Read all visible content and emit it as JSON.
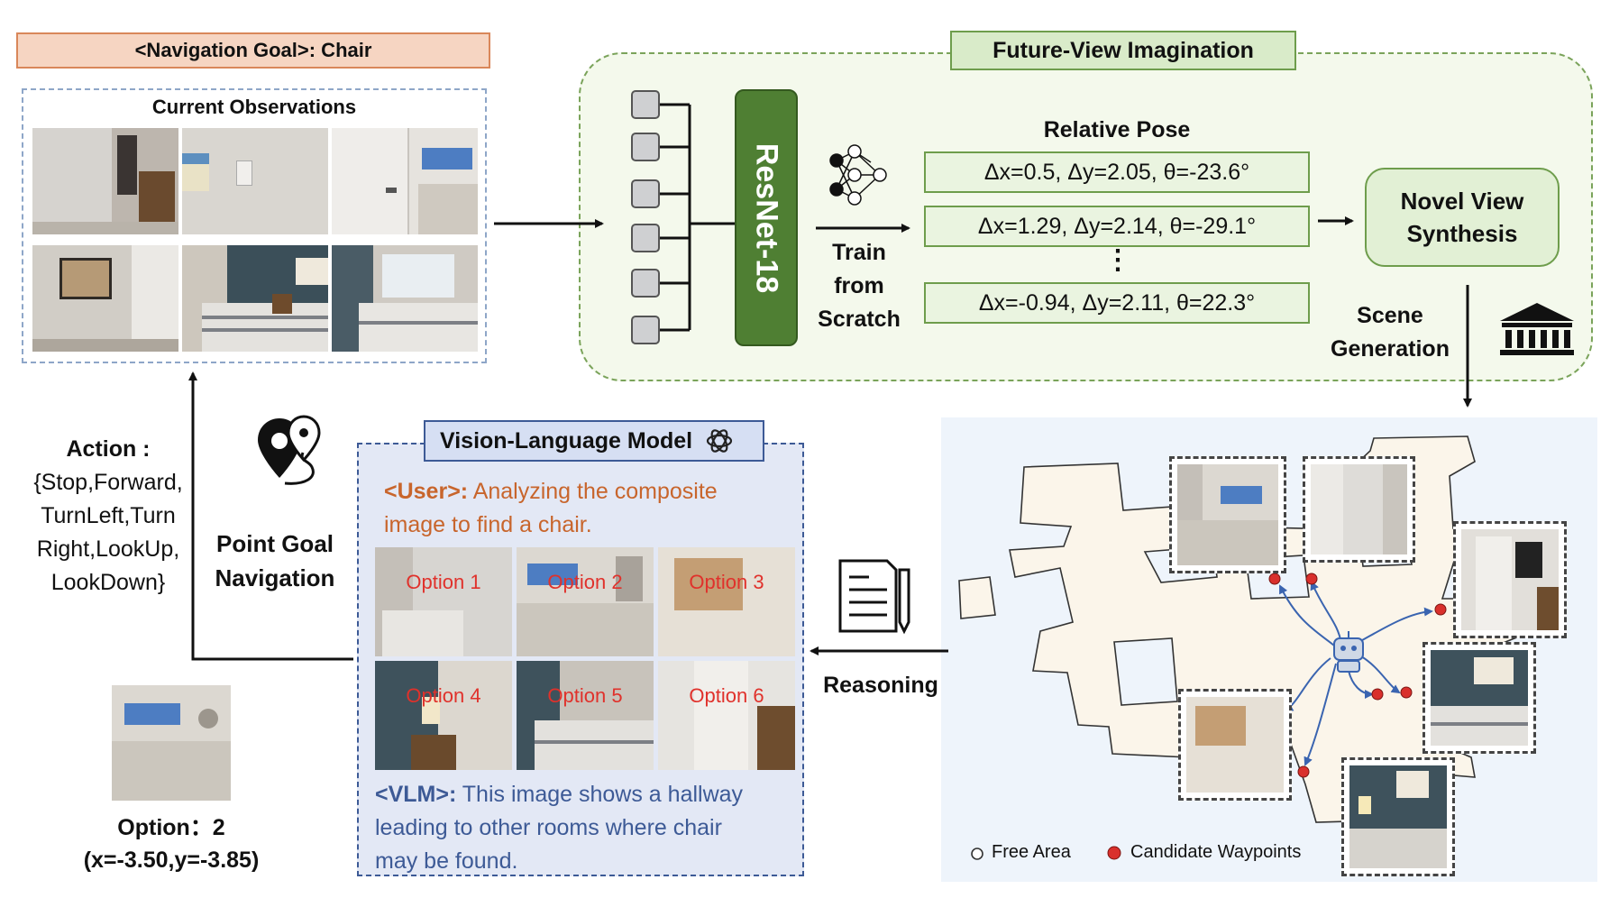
{
  "goal": "<Navigation Goal>: Chair",
  "observations": {
    "title": "Current Observations"
  },
  "future_view": {
    "title": "Future-View Imagination",
    "backbone": "ResNet-18",
    "train_label": [
      "Train",
      "from",
      "Scratch"
    ],
    "pose_title": "Relative Pose",
    "poses": [
      "Δx=0.5, Δy=2.05, θ=-23.6°",
      "Δx=1.29, Δy=2.14, θ=-29.1°",
      "Δx=-0.94, Δy=2.11, θ=22.3°"
    ],
    "ellipsis": "⋮",
    "novel_view": [
      "Novel View",
      "Synthesis"
    ],
    "scene_gen": [
      "Scene",
      "Generation"
    ]
  },
  "actions": {
    "title": "Action :",
    "lines": [
      "{Stop,Forward,",
      "TurnLeft,Turn",
      "Right,LookUp,",
      "LookDown}"
    ]
  },
  "point_goal": [
    "Point Goal",
    "Navigation"
  ],
  "vlm": {
    "title": "Vision-Language Model",
    "user_tag": "<User>:",
    "user_line1": " Analyzing the composite",
    "user_line2": "image to find a chair.",
    "options": [
      "Option 1",
      "Option 2",
      "Option 3",
      "Option 4",
      "Option 5",
      "Option 6"
    ],
    "vlm_tag": "<VLM>:",
    "vlm_line1": " This image shows a hallway",
    "vlm_line2": "leading to other rooms where chair",
    "vlm_line3": "may be found."
  },
  "reasoning": "Reasoning",
  "selected": {
    "label": "Option：2",
    "coords": "(x=-3.50,y=-3.85)"
  },
  "map": {
    "legend_free": "Free Area",
    "legend_waypoints": "Candidate Waypoints"
  },
  "colors": {
    "goal_fill": "#f6d5c2",
    "goal_border": "#d9875a",
    "fvi_border": "#7aa35a",
    "resnet": "#4f7f33",
    "vlm_fill": "#e3e8f5",
    "vlm_border": "#3d5a96",
    "user_text": "#c8652c",
    "vlm_text": "#3d5a96",
    "option_text": "#e0312b",
    "waypoint": "#d9302c",
    "map_fill": "#fbf5ea"
  },
  "icons": [
    "neural-network-icon",
    "bank-icon",
    "map-route-icon",
    "document-pen-icon",
    "openai-icon",
    "robot-icon"
  ]
}
